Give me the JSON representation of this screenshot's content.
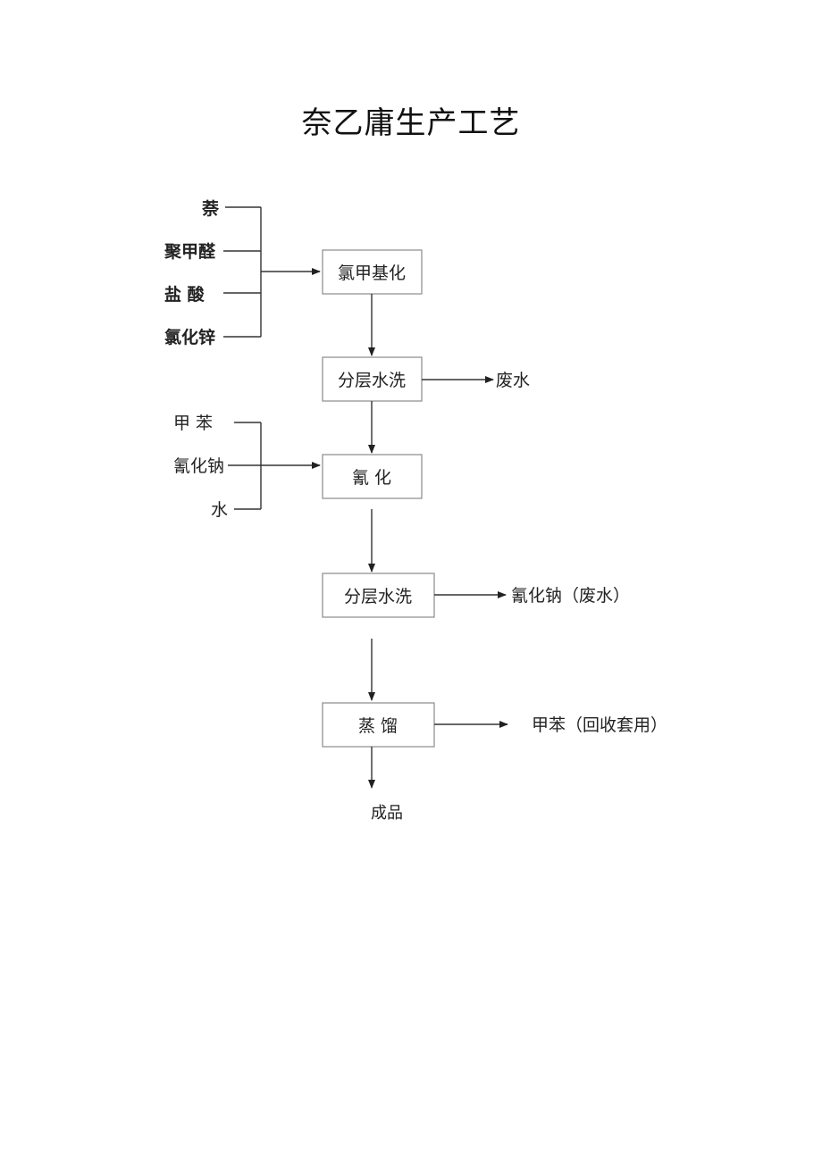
{
  "title": "奈乙庸生产工艺",
  "inputs_group1": [
    "萘",
    "聚甲醛",
    "盐 酸",
    "氯化锌"
  ],
  "inputs_group2": [
    "甲 苯",
    "氰化钠",
    "水"
  ],
  "steps": [
    "氯甲基化",
    "分层水洗",
    "氰 化",
    "分层水洗",
    "蒸 馏"
  ],
  "outputs": {
    "wash1": "废水",
    "wash2": "氰化钠（废水）",
    "distill": "甲苯（回收套用）",
    "product": "成品"
  }
}
